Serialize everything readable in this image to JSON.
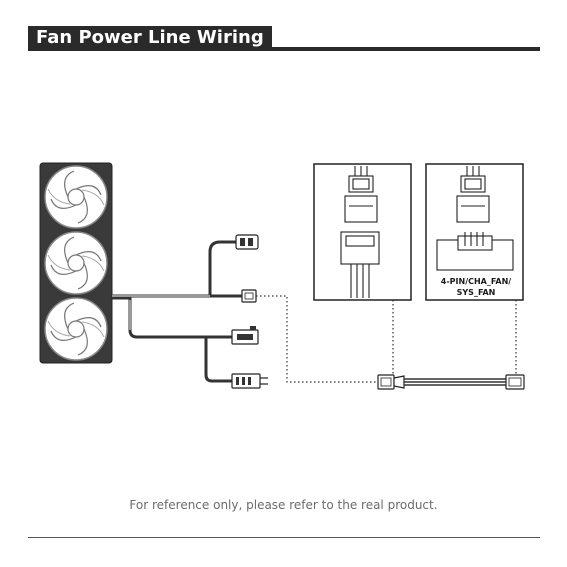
{
  "header": {
    "title": "Fan Power Line Wiring"
  },
  "diagram": {
    "connector_label_line1": "4-PIN/CHA_FAN/",
    "connector_label_line2": "SYS_FAN"
  },
  "footer": {
    "note": "For reference only, please refer to the real product."
  }
}
